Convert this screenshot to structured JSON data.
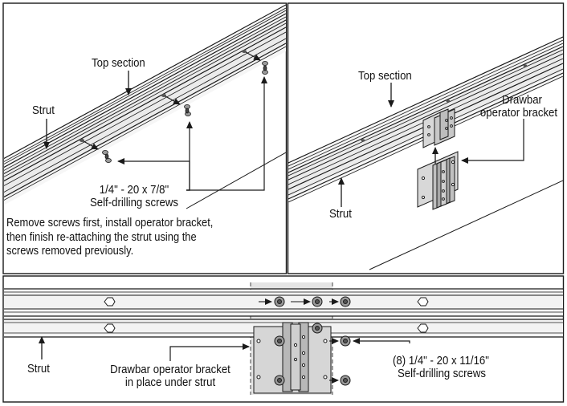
{
  "panels": {
    "top_left": {
      "top_section_label": "Top section",
      "strut_label": "Strut",
      "screw_spec_line1": "1/4\" - 20 x 7/8\"",
      "screw_spec_line2": "Self-drilling screws",
      "instruction_lines": [
        "Remove screws first, install operator bracket,",
        "then finish re-attaching the strut using the",
        "screws removed previously."
      ]
    },
    "top_right": {
      "top_section_label": "Top section",
      "bracket_label_line1": "Drawbar",
      "bracket_label_line2": "operator bracket",
      "strut_label": "Strut"
    },
    "bottom": {
      "strut_label": "Strut",
      "bracket_label_line1": "Drawbar operator bracket",
      "bracket_label_line2": "in place under strut",
      "screw_spec_line1": "(8) 1/4\" - 20 x 11/16\"",
      "screw_spec_line2": "Self-drilling screws"
    }
  },
  "colors": {
    "line": "#1a1a1a",
    "rail_fill": "#f2f2f2",
    "bracket_fill": "#dcdcdc",
    "shade": "#e6e6e6",
    "screw_fill": "#9a9a9a"
  }
}
